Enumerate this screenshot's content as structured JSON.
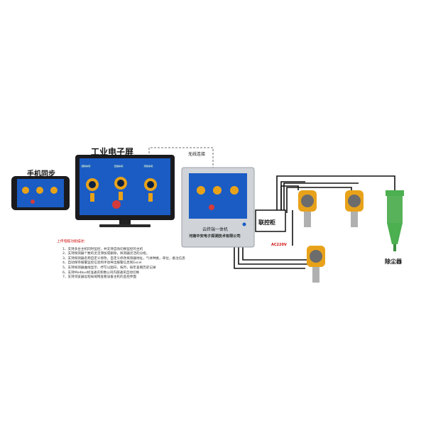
{
  "labels": {
    "monitor_title": "工业电子屏",
    "phone_title": "手机同步",
    "wireless": "无线连接",
    "control_cabinet": "联控柜",
    "ac_voltage": "AC220V",
    "dust_collector": "除尘器",
    "unit_name": "云终端一体机",
    "company": "河南中安电子探测技术有限公司"
  },
  "screen_tags": [
    "燃料车间",
    "压缩车间",
    "有机车间"
  ],
  "notes": {
    "heading": "上传电脑功能描述：",
    "items": [
      "1、支持多台主机同时监控，并支持自动切换监控的主机",
      "2、支持探测器个数的灵活添加或删除，探测器灵活的分组。",
      "3、支持探测器名称自定义修改，自定义修改探测器地址，气体种类，单位，备注信息",
      "4、自动保存报警监控信息和手动导出报警信息到Excel",
      "5、支持探测器曲线显示、抒写以图日，按月，按年查看历史记录",
      "6、支持Modbus标准通讯和数公司内部通讯自动切换",
      "7、支持浏览器远程局域网查看设备主机的监控界面"
    ]
  },
  "colors": {
    "wire": "#111111",
    "ac_text": "#d01010",
    "screen_bg": "#1a5cc4",
    "sensor_body": "#e8a21a",
    "dust_collector": "#4caf50",
    "cabinet_panel": "#d0d4d8"
  }
}
